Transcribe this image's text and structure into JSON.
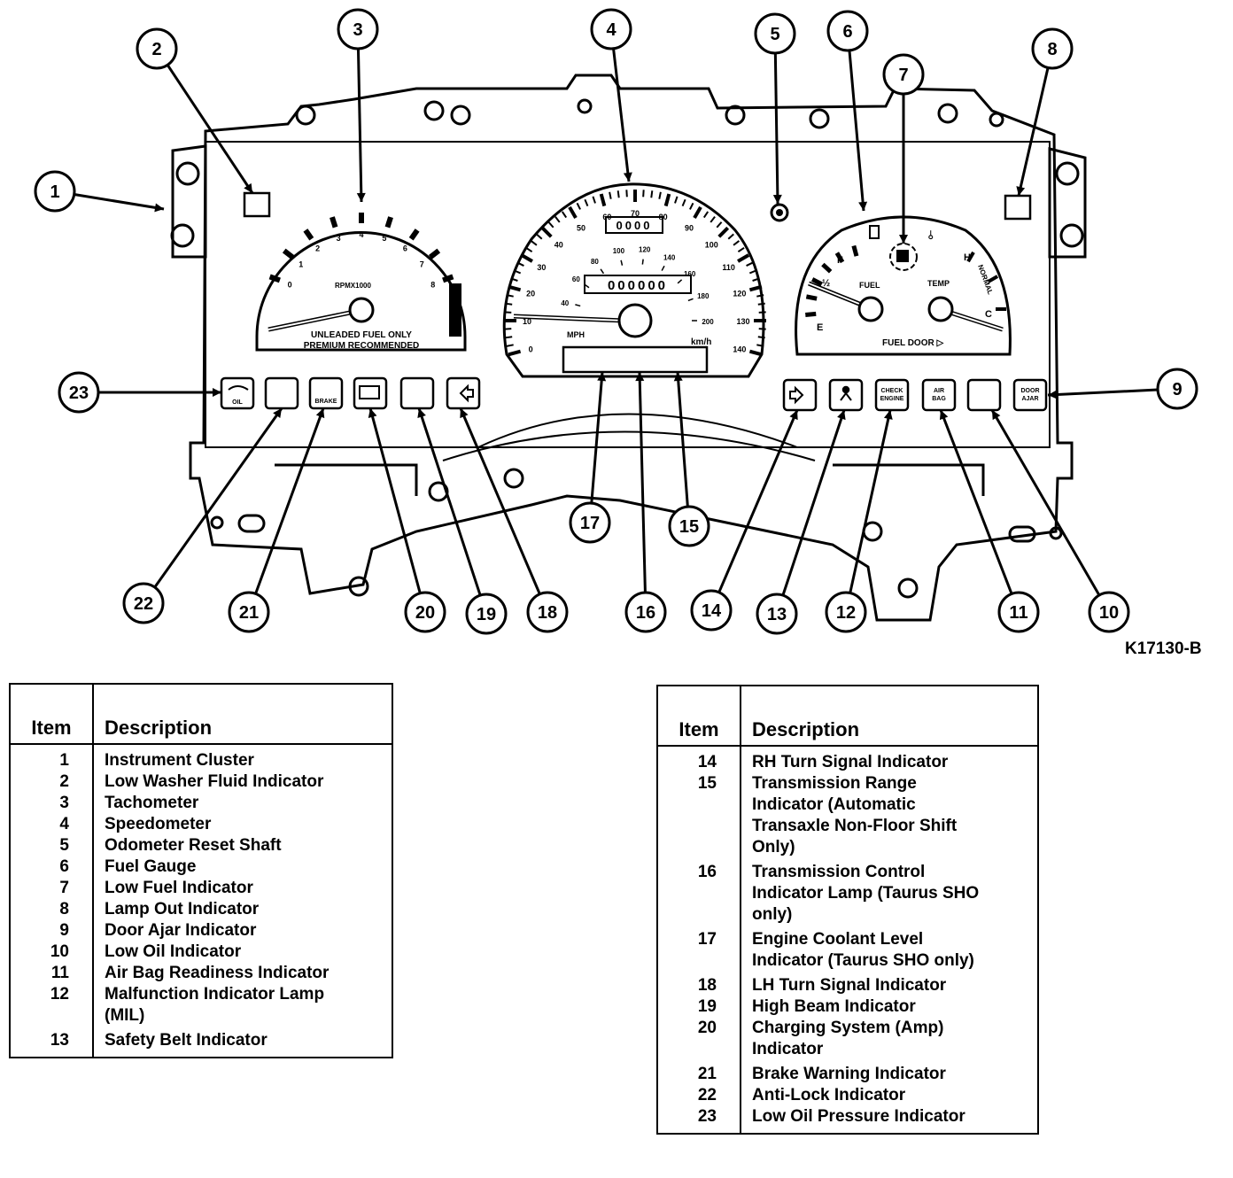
{
  "figure_code": "K17130-B",
  "gauges": {
    "tach": {
      "ticks": [
        "0",
        "1",
        "2",
        "3",
        "4",
        "5",
        "6",
        "7",
        "8"
      ],
      "unit": "RPMX1000",
      "note_line1": "UNLEADED FUEL ONLY",
      "note_line2": "PREMIUM RECOMMENDED"
    },
    "speedo": {
      "mph_ticks": [
        "0",
        "10",
        "20",
        "30",
        "40",
        "50",
        "60",
        "70",
        "80",
        "90",
        "100",
        "110",
        "120",
        "130",
        "140"
      ],
      "kmh_ticks": [
        "40",
        "60",
        "80",
        "100",
        "120",
        "140",
        "160",
        "180",
        "200"
      ],
      "mph_label": "MPH",
      "kmh_label": "km/h",
      "trip_digits": "0000",
      "odometer_digits": "000000"
    },
    "fuel_temp": {
      "fuel_f": "F",
      "fuel_half": "½",
      "fuel_e": "E",
      "fuel_label": "FUEL",
      "temp_label": "TEMP",
      "temp_h": "H",
      "temp_c": "C",
      "temp_normal": "NORMAL",
      "fuel_door": "FUEL DOOR ▷"
    },
    "lamps": {
      "oil": "OIL",
      "brake": "BRAKE",
      "check_engine_1": "CHECK",
      "check_engine_2": "ENGINE",
      "air_bag_1": "AIR",
      "air_bag_2": "BAG",
      "door_ajar_1": "DOOR",
      "door_ajar_2": "AJAR"
    }
  },
  "callouts": [
    "1",
    "2",
    "3",
    "4",
    "5",
    "6",
    "7",
    "8",
    "9",
    "10",
    "11",
    "12",
    "13",
    "14",
    "15",
    "16",
    "17",
    "18",
    "19",
    "20",
    "21",
    "22",
    "23"
  ],
  "legend_header": {
    "item": "Item",
    "description": "Description"
  },
  "legend_left": [
    {
      "item": "1",
      "description": [
        "Instrument Cluster"
      ]
    },
    {
      "item": "2",
      "description": [
        "Low Washer Fluid Indicator"
      ]
    },
    {
      "item": "3",
      "description": [
        "Tachometer"
      ]
    },
    {
      "item": "4",
      "description": [
        "Speedometer"
      ]
    },
    {
      "item": "5",
      "description": [
        "Odometer Reset Shaft"
      ]
    },
    {
      "item": "6",
      "description": [
        "Fuel Gauge"
      ]
    },
    {
      "item": "7",
      "description": [
        "Low Fuel Indicator"
      ]
    },
    {
      "item": "8",
      "description": [
        "Lamp Out Indicator"
      ]
    },
    {
      "item": "9",
      "description": [
        "Door Ajar Indicator"
      ]
    },
    {
      "item": "10",
      "description": [
        "Low Oil Indicator"
      ]
    },
    {
      "item": "11",
      "description": [
        "Air Bag Readiness Indicator"
      ]
    },
    {
      "item": "12",
      "description": [
        "Malfunction Indicator Lamp",
        "(MIL)"
      ]
    },
    {
      "item": "13",
      "description": [
        "Safety Belt Indicator"
      ]
    }
  ],
  "legend_right": [
    {
      "item": "14",
      "description": [
        "RH Turn  Signal Indicator"
      ]
    },
    {
      "item": "15",
      "description": [
        "Transmission Range",
        "Indicator (Automatic",
        "Transaxle Non-Floor Shift",
        "Only)"
      ]
    },
    {
      "item": "16",
      "description": [
        "Transmission Control",
        "Indicator Lamp (Taurus SHO",
        "only)"
      ]
    },
    {
      "item": "17",
      "description": [
        "Engine Coolant Level",
        "Indicator (Taurus SHO only)"
      ]
    },
    {
      "item": "18",
      "description": [
        "LH Turn Signal Indicator"
      ]
    },
    {
      "item": "19",
      "description": [
        "High Beam Indicator"
      ]
    },
    {
      "item": "20",
      "description": [
        "Charging System (Amp)",
        "Indicator"
      ]
    },
    {
      "item": "21",
      "description": [
        "Brake Warning Indicator"
      ]
    },
    {
      "item": "22",
      "description": [
        "Anti-Lock Indicator"
      ]
    },
    {
      "item": "23",
      "description": [
        "Low Oil Pressure Indicator"
      ]
    }
  ]
}
